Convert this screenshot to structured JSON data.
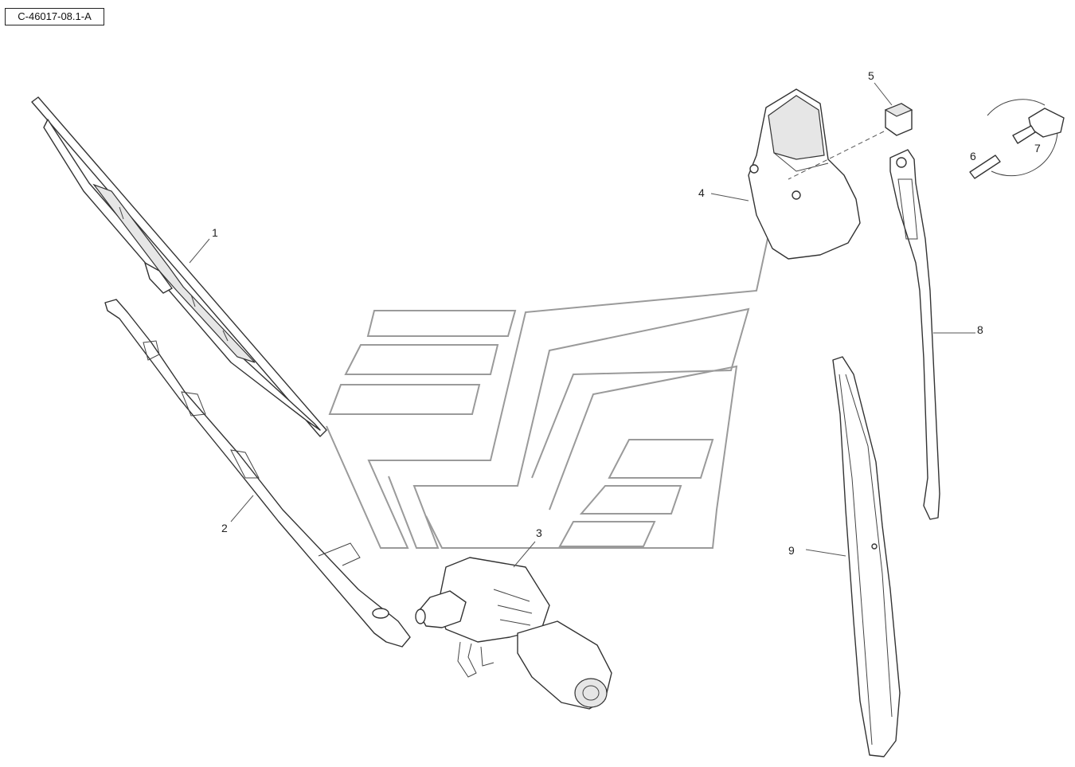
{
  "reference_code": "C-46017-08.1-A",
  "callouts": [
    "1",
    "2",
    "3",
    "4",
    "5",
    "6",
    "7",
    "8",
    "9"
  ],
  "parts": [
    {
      "id": "1",
      "icon": "wiper-blade-icon"
    },
    {
      "id": "2",
      "icon": "wiper-arm-icon"
    },
    {
      "id": "3",
      "icon": "wiper-motor-icon"
    },
    {
      "id": "4",
      "icon": "motor-cover-icon"
    },
    {
      "id": "5",
      "icon": "cap-icon"
    },
    {
      "id": "6",
      "icon": "hose-piece-icon"
    },
    {
      "id": "7",
      "icon": "washer-nozzle-icon"
    },
    {
      "id": "8",
      "icon": "wiper-arm-icon"
    },
    {
      "id": "9",
      "icon": "wiper-blade-icon"
    }
  ],
  "colors": {
    "line": "#333333",
    "watermark": "#9a9a9a",
    "background": "#ffffff"
  }
}
